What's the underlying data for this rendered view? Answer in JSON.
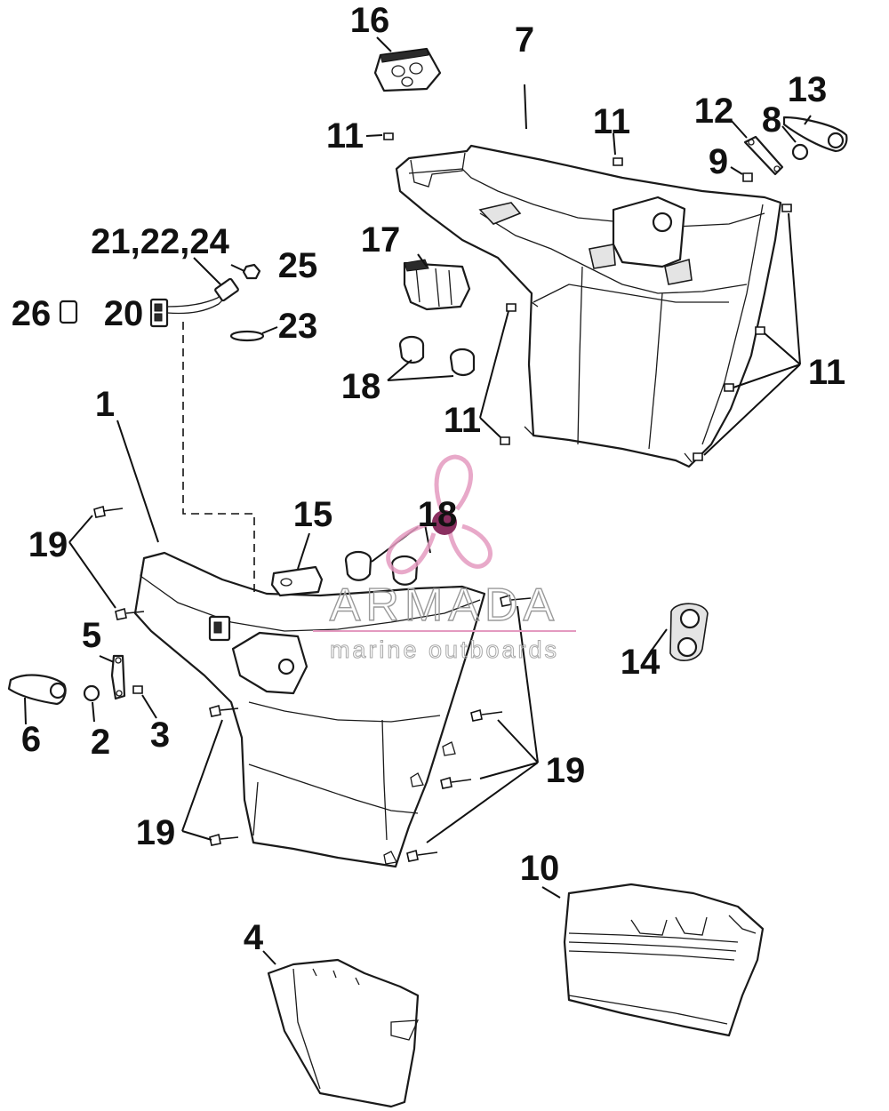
{
  "callouts": [
    {
      "id": "c1",
      "label": "1"
    },
    {
      "id": "c2",
      "label": "2"
    },
    {
      "id": "c3",
      "label": "3"
    },
    {
      "id": "c4",
      "label": "4"
    },
    {
      "id": "c5",
      "label": "5"
    },
    {
      "id": "c6",
      "label": "6"
    },
    {
      "id": "c7",
      "label": "7"
    },
    {
      "id": "c8",
      "label": "8"
    },
    {
      "id": "c9",
      "label": "9"
    },
    {
      "id": "c10",
      "label": "10"
    },
    {
      "id": "c11a",
      "label": "11"
    },
    {
      "id": "c11b",
      "label": "11"
    },
    {
      "id": "c11c",
      "label": "11"
    },
    {
      "id": "c11d",
      "label": "11"
    },
    {
      "id": "c12",
      "label": "12"
    },
    {
      "id": "c13",
      "label": "13"
    },
    {
      "id": "c14",
      "label": "14"
    },
    {
      "id": "c15",
      "label": "15"
    },
    {
      "id": "c16",
      "label": "16"
    },
    {
      "id": "c17",
      "label": "17"
    },
    {
      "id": "c18a",
      "label": "18"
    },
    {
      "id": "c18b",
      "label": "18"
    },
    {
      "id": "c19a",
      "label": "19"
    },
    {
      "id": "c19b",
      "label": "19"
    },
    {
      "id": "c19c",
      "label": "19"
    },
    {
      "id": "c20",
      "label": "20"
    },
    {
      "id": "c2124",
      "label": "21,22,24"
    },
    {
      "id": "c23",
      "label": "23"
    },
    {
      "id": "c25",
      "label": "25"
    },
    {
      "id": "c26",
      "label": "26"
    }
  ],
  "watermark": {
    "name": "ARMADA",
    "tagline": "marine outboards",
    "accent_color": "#e49ac0",
    "hub_color": "#8a2f60"
  }
}
